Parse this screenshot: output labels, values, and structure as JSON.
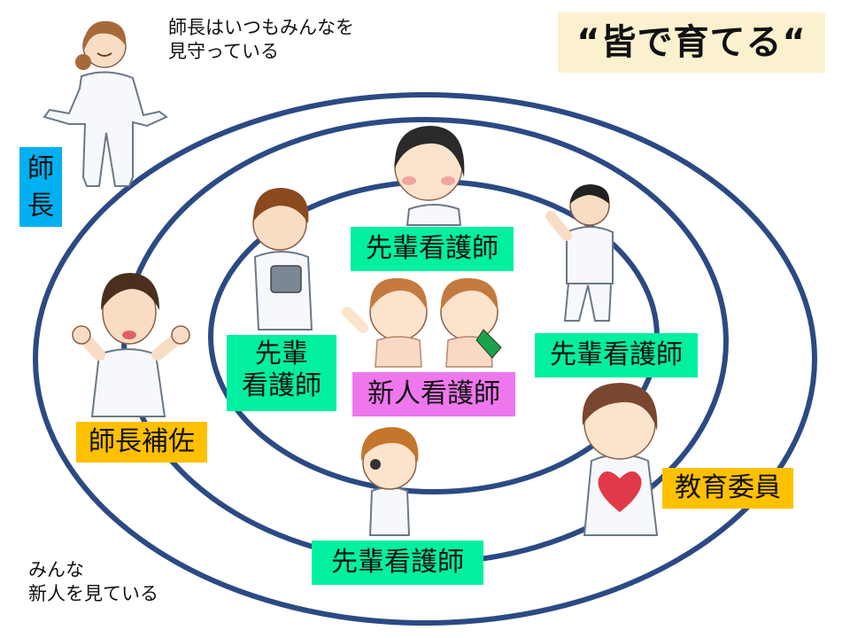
{
  "title": "“皆で育てる“",
  "chief_note": [
    "師長はいつもみんなを",
    "見守っている"
  ],
  "bottom_note": [
    "みんな",
    "新人を見ている"
  ],
  "roles": {
    "chief": [
      "師",
      "長"
    ],
    "assistant_chief": "師長補佐",
    "senior_top": "先輩看護師",
    "senior_left": [
      "先輩",
      "看護師"
    ],
    "senior_right": "先輩看護師",
    "new_nurse": "新人看護師",
    "senior_bottom": "先輩看護師",
    "education_committee": "教育委員"
  },
  "colors": {
    "ring": "#2b4a84",
    "chief_box": "#00b0f0",
    "senior_box": "#00f0a0",
    "new_box": "#ee77ee",
    "assistant_box": "#ffc000",
    "education_box": "#ffc000",
    "title_box": "#fbf1cf"
  }
}
